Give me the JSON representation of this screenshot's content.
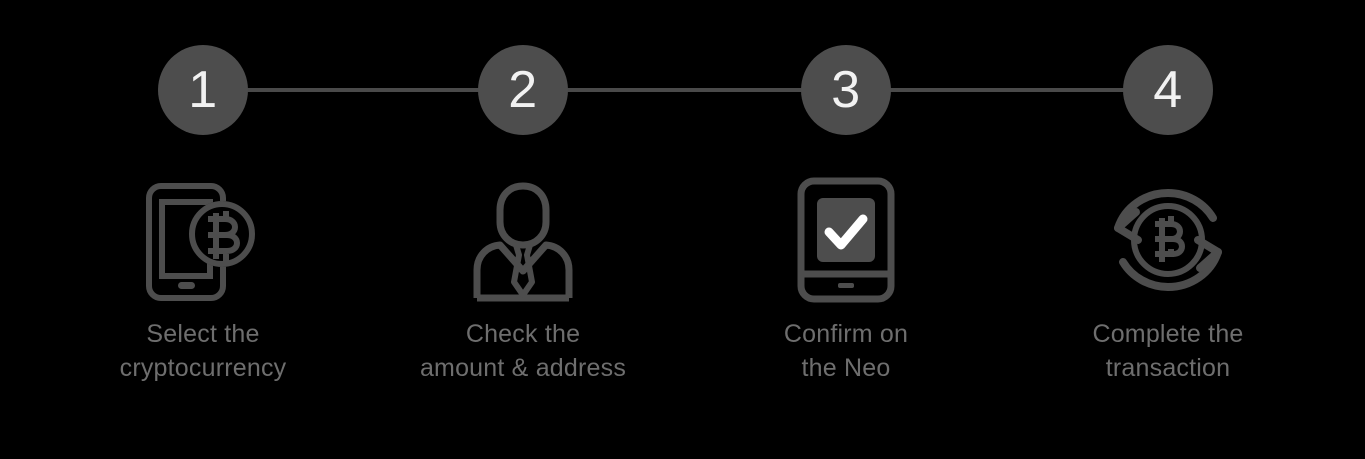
{
  "page": {
    "background_color": "#000000",
    "accent_color": "#4d4d4d",
    "text_color": "#6e6e6e",
    "number_color": "#f2f2f2",
    "rail_color": "#4a4a4a"
  },
  "steps": [
    {
      "number": "1",
      "icon": "phone-bitcoin-icon",
      "caption": "Select the\ncryptocurrency"
    },
    {
      "number": "2",
      "icon": "person-suit-icon",
      "caption": "Check the\namount & address"
    },
    {
      "number": "3",
      "icon": "hardware-wallet-check-icon",
      "caption": "Confirm on\nthe Neo"
    },
    {
      "number": "4",
      "icon": "bitcoin-refresh-icon",
      "caption": "Complete the\ntransaction"
    }
  ]
}
